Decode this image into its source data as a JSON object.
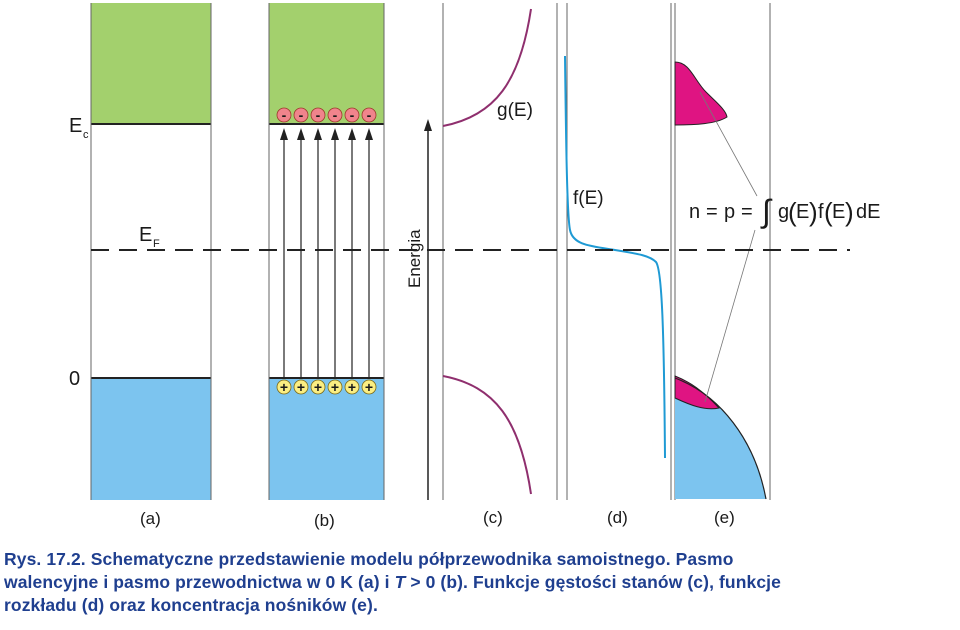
{
  "labels": {
    "ec_main": "E",
    "ec_sub": "c",
    "ef_main": "E",
    "ef_sub": "F",
    "zero": "0",
    "energia": "Energia",
    "g_of_e": "g(E)",
    "f_of_e": "f(E)",
    "panel_a": "(a)",
    "panel_b": "(b)",
    "panel_c": "(c)",
    "panel_d": "(d)",
    "panel_e": "(e)"
  },
  "formula": {
    "n": "n",
    "eq1": "=",
    "p": "p",
    "eq2": "=",
    "integral": "∫",
    "g": "g",
    "lp1": "(",
    "e1": "E",
    "rp1": ")",
    "f": "f",
    "lp2": "(",
    "e2": "E",
    "rp2": ")",
    "de": "dE"
  },
  "electrons": {
    "count": 6,
    "symbol": "-"
  },
  "holes": {
    "count": 6,
    "symbol": "+"
  },
  "caption": {
    "line1": "Rys. 17.2. Schematyczne przedstawienie modelu półprzewodnika samoistnego. Pasmo",
    "line2_before_T": "walencyjne i pasmo przewodnictwa w 0 K (a) i ",
    "T": "T",
    "line2_after_T": " > 0 (b). Funkcje gęstości stanów (c), funkcje",
    "line3": "rozkładu (d) oraz koncentracja nośników (e)."
  },
  "colors": {
    "conduction_band": "#a3d06d",
    "valence_band": "#7cc4ef",
    "dos_curve": "#8f2f6e",
    "fermi_curve": "#1f9ad4",
    "carrier_fill": "#df1482",
    "electron_badge": "#f0848c",
    "hole_badge": "#fbee82",
    "caption_text": "#1f3f8f"
  }
}
